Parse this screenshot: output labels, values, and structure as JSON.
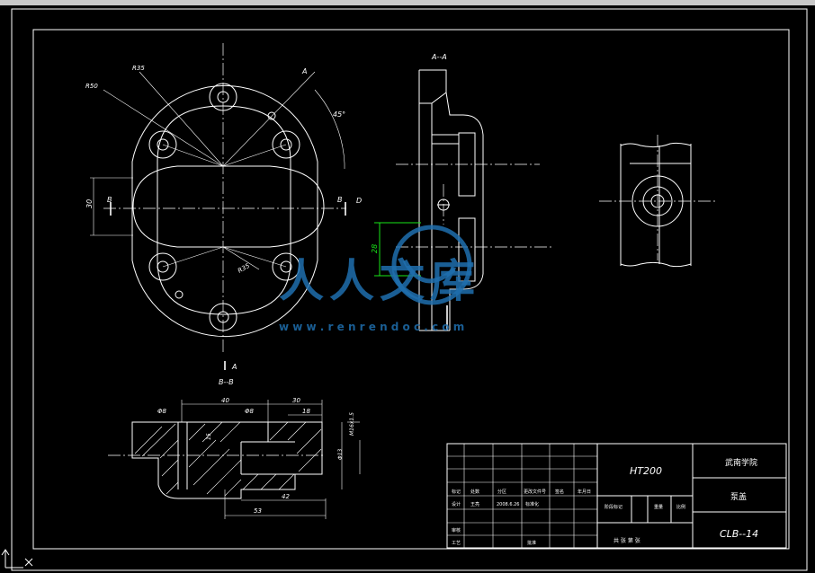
{
  "drawing": {
    "material": "HT200",
    "school": "武南学院",
    "part_name": "泵盖",
    "drawing_no": "CLB--14",
    "scale_row": "共 张 第 张",
    "watermark_text": "人人文库",
    "watermark_url": "w w w . r e n r e n d o c . c o m"
  },
  "title_block": {
    "row_labels": [
      "标记",
      "处数",
      "分区",
      "更改文件号",
      "签名",
      "年月日"
    ],
    "row_labels_2": [
      "设计",
      "王亮",
      "2008.6.26",
      "标准化"
    ],
    "row_labels_3": [
      "审核"
    ],
    "row_labels_4": [
      "工艺",
      "批准"
    ],
    "stage_labels": [
      "阶段标记",
      "重量",
      "比例"
    ]
  },
  "views": {
    "front": {
      "radius_1": "R35",
      "radius_2": "R50",
      "radius_3": "R35",
      "angle": "45°",
      "section_mark": "A",
      "section_b_left": "B",
      "section_b_right": "B",
      "width_dim": "30",
      "bottom_mark": "A",
      "d_mark": "D",
      "view_label": "B--B"
    },
    "side": {
      "view_label": "A--A",
      "height_dim": "28"
    },
    "section": {
      "dim_40": "40",
      "dim_30": "30",
      "dim_18": "18",
      "dim_d8a": "Φ8",
      "dim_d8b": "Φ8",
      "dim_53": "53",
      "dim_42": "42",
      "dim_15": "15",
      "dim_m16": "M16x1.5",
      "dim_d13": "Φ13"
    }
  }
}
